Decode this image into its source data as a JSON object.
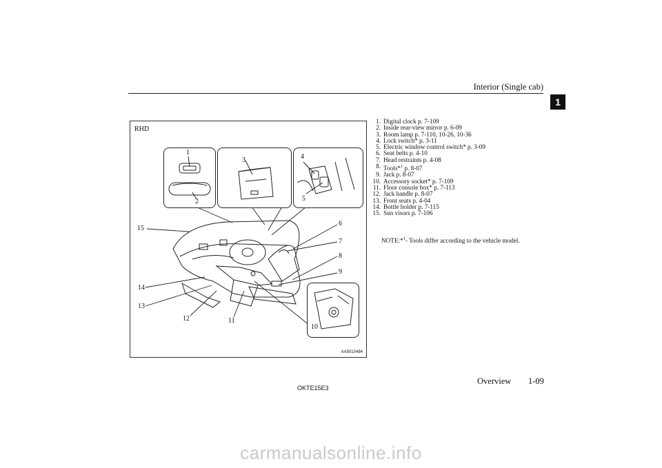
{
  "header": {
    "title": "Interior (Single cab)",
    "chapter_tab": "1"
  },
  "figure": {
    "region_label": "RHD",
    "figure_code": "AA5010484",
    "callouts": [
      "1",
      "2",
      "3",
      "4",
      "5",
      "6",
      "7",
      "8",
      "9",
      "10",
      "11",
      "12",
      "13",
      "14",
      "15"
    ]
  },
  "legend": {
    "items": [
      {
        "num": "1.",
        "text": "Digital clock p. 7-109"
      },
      {
        "num": "2.",
        "text": "Inside rear-view mirror p. 6-09"
      },
      {
        "num": "3.",
        "text": "Room lamp p. 7-110, 10-26, 10-36"
      },
      {
        "num": "4.",
        "text": "Lock switch* p. 3-11"
      },
      {
        "num": "5.",
        "text": "Electric window control switch* p. 3-09"
      },
      {
        "num": "6.",
        "text": "Seat belts p. 4-10"
      },
      {
        "num": "7.",
        "text": "Head restraints p. 4-08"
      },
      {
        "num": "8.",
        "text": "Tools*",
        "sup": "1",
        "after": " p. 8-07"
      },
      {
        "num": "9.",
        "text": "Jack p. 8-07"
      },
      {
        "num": "10.",
        "text": "Accessory socket* p. 7-109"
      },
      {
        "num": "11.",
        "text": "Floor console box* p. 7-113"
      },
      {
        "num": "12.",
        "text": "Jack handle p. 8-07"
      },
      {
        "num": "13.",
        "text": "Front seats p. 4-04"
      },
      {
        "num": "14.",
        "text": "Bottle holder p. 7-115"
      },
      {
        "num": "15.",
        "text": "Sun visors p. 7-106"
      }
    ]
  },
  "note": {
    "prefix": "NOTE:*",
    "sup": "1",
    "text": "- Tools differ according to the vehicle model."
  },
  "footer": {
    "code": "OKTE15E3",
    "section": "Overview",
    "page": "1-09"
  },
  "watermark": "carmanualsonline.info"
}
